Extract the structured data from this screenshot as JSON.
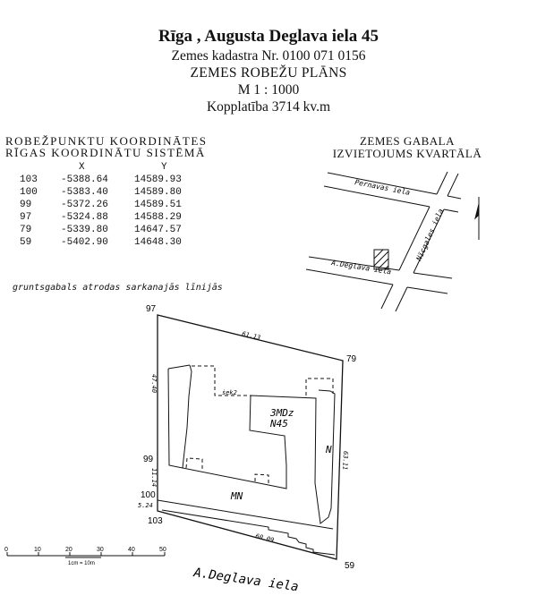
{
  "header": {
    "title": "Rīga , Augusta Deglava iela 45",
    "cadastre": "Zemes kadastra Nr. 0100 071 0156",
    "plan_title": "ZEMES ROBEŽU PLĀNS",
    "scale": "M 1 : 1000",
    "area": "Kopplatība 3714 kv.m"
  },
  "coordinates": {
    "heading_line1": "ROBEŽPUNKTU KOORDINĀTES",
    "heading_line2": "RĪGAS  KOORDINĀTU  SISTĒMĀ",
    "col_x": "X",
    "col_y": "Y",
    "rows": [
      {
        "point": "103",
        "x": "-5388.64",
        "y": "14589.93"
      },
      {
        "point": "100",
        "x": "-5383.40",
        "y": "14589.80"
      },
      {
        "point": "99",
        "x": "-5372.26",
        "y": "14589.51"
      },
      {
        "point": "97",
        "x": "-5324.88",
        "y": "14588.29"
      },
      {
        "point": "79",
        "x": "-5339.80",
        "y": "14647.57"
      },
      {
        "point": "59",
        "x": "-5402.90",
        "y": "14648.30"
      }
    ]
  },
  "location_map": {
    "heading_line1": "ZEMES GABALA",
    "heading_line2": "IZVIETOJUMS KVARTĀLĀ",
    "street_top": "Pernavas iela",
    "street_right": "Nīcgales iela",
    "street_bottom": "A.Deglava iela"
  },
  "note": "gruntsgabals atrodas sarkanajās līnijās",
  "plot": {
    "points": {
      "p97": "97",
      "p79": "79",
      "p99": "99",
      "p100": "100",
      "p103": "103",
      "p59": "59"
    },
    "dimensions": {
      "top": "61.13",
      "right": "63.11",
      "bottom": "60.09",
      "left_upper": "47.40",
      "left_mid": "11.14",
      "left_low": "5.24"
    },
    "labels": {
      "building_1": "3MDz",
      "building_2": "N45",
      "letter_n": "N",
      "letter_mn": "MN",
      "small": "ṡek2"
    }
  },
  "scale_bar": {
    "ticks": [
      "0",
      "10",
      "20",
      "30",
      "40",
      "50"
    ],
    "caption": "1cm = 10m"
  },
  "street_label": "A.Deglava iela"
}
